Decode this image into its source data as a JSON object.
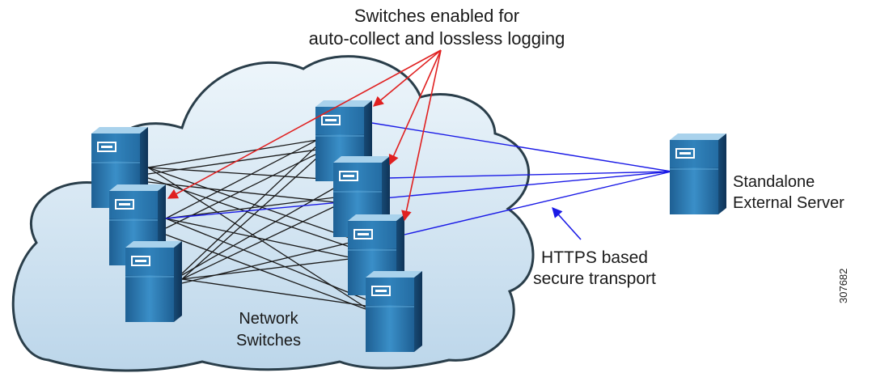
{
  "labels": {
    "callout_line1": "Switches enabled for",
    "callout_line2": "auto-collect and lossless logging",
    "cloud_line1": "Network",
    "cloud_line2": "Switches",
    "server_line1": "Standalone",
    "server_line2": "External Server",
    "transport_line1": "HTTPS based",
    "transport_line2": "secure transport",
    "figure_id": "307682"
  },
  "colors": {
    "mesh_links": "#1a1a1a",
    "server_links": "#1a1ae6",
    "callout_arrows": "#e02020",
    "cloud_fill": "#d7e8f4",
    "cloud_stroke": "#2a3e4a",
    "switch_front": "#2f7fb8",
    "switch_top": "#8dc1e3"
  }
}
